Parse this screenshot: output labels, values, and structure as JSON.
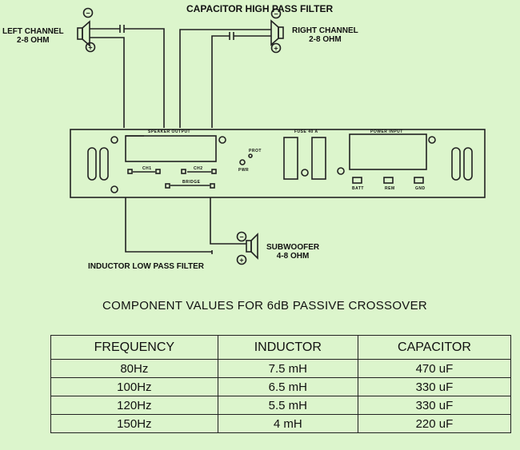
{
  "labels": {
    "top_title": "CAPACITOR HIGH PASS FILTER",
    "left_channel": [
      "LEFT CHANNEL",
      "2-8 OHM"
    ],
    "right_channel": [
      "RIGHT CHANNEL",
      "2-8 OHM"
    ],
    "subwoofer": [
      "SUBWOOFER",
      "4-8 OHM"
    ],
    "inductor_filter": "INDUCTOR LOW PASS FILTER",
    "speaker_output": "SPEAKER OUTPUT",
    "ch1": "CH1",
    "ch2": "CH2",
    "bridge": "BRIDGE",
    "fuse": "FUSE 40 A",
    "power_input": "POWER INPUT",
    "pwr": "PWR",
    "prot": "PROT",
    "batt": "BATT",
    "rem": "REM",
    "gnd": "GND",
    "minus": "−",
    "plus": "+"
  },
  "table": {
    "title": "COMPONENT VALUES FOR 6dB PASSIVE CROSSOVER",
    "headers": [
      "FREQUENCY",
      "INDUCTOR",
      "CAPACITOR"
    ],
    "rows": [
      [
        "80Hz",
        "7.5 mH",
        "470 uF"
      ],
      [
        "100Hz",
        "6.5 mH",
        "330 uF"
      ],
      [
        "120Hz",
        "5.5 mH",
        "330 uF"
      ],
      [
        "150Hz",
        "4 mH",
        "220 uF"
      ]
    ]
  }
}
